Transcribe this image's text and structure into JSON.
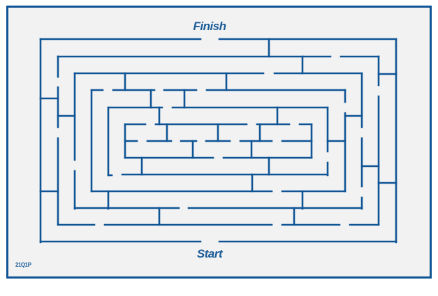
{
  "maze": {
    "finish_label": "Finish",
    "start_label": "Start",
    "code": "21Q1P",
    "wall_color": "#0f5596",
    "background_color": "#f2f2f2"
  }
}
